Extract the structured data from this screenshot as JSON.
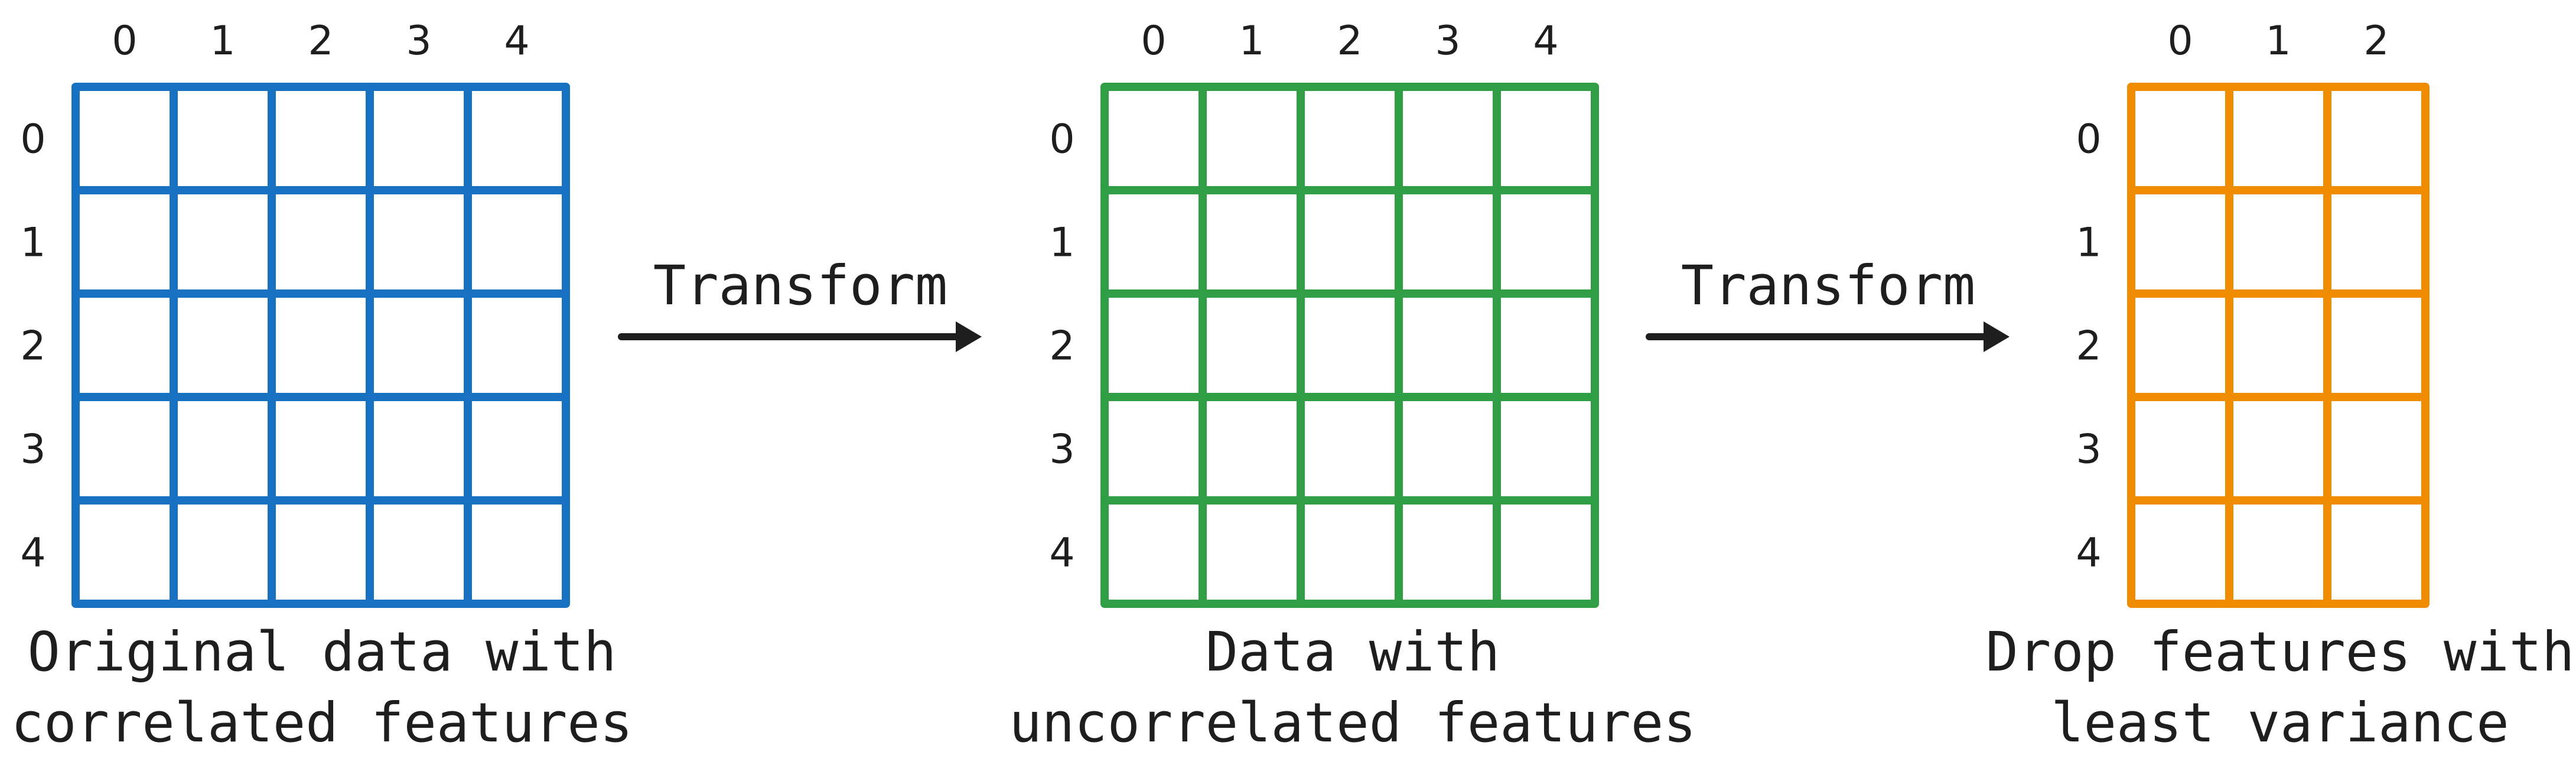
{
  "matrices": [
    {
      "id": "original",
      "color": "#1971c2",
      "columns": [
        "0",
        "1",
        "2",
        "3",
        "4"
      ],
      "rows": [
        "0",
        "1",
        "2",
        "3",
        "4"
      ],
      "caption": [
        "Original data with",
        "correlated features"
      ]
    },
    {
      "id": "transformed",
      "color": "#2f9e44",
      "columns": [
        "0",
        "1",
        "2",
        "3",
        "4"
      ],
      "rows": [
        "0",
        "1",
        "2",
        "3",
        "4"
      ],
      "caption": [
        "Data with",
        "uncorrelated features"
      ]
    },
    {
      "id": "reduced",
      "color": "#f08c00",
      "columns": [
        "0",
        "1",
        "2"
      ],
      "rows": [
        "0",
        "1",
        "2",
        "3",
        "4"
      ],
      "caption": [
        "Drop features with",
        "least variance"
      ]
    }
  ],
  "arrows": [
    {
      "label": "Transform"
    },
    {
      "label": "Transform"
    }
  ]
}
